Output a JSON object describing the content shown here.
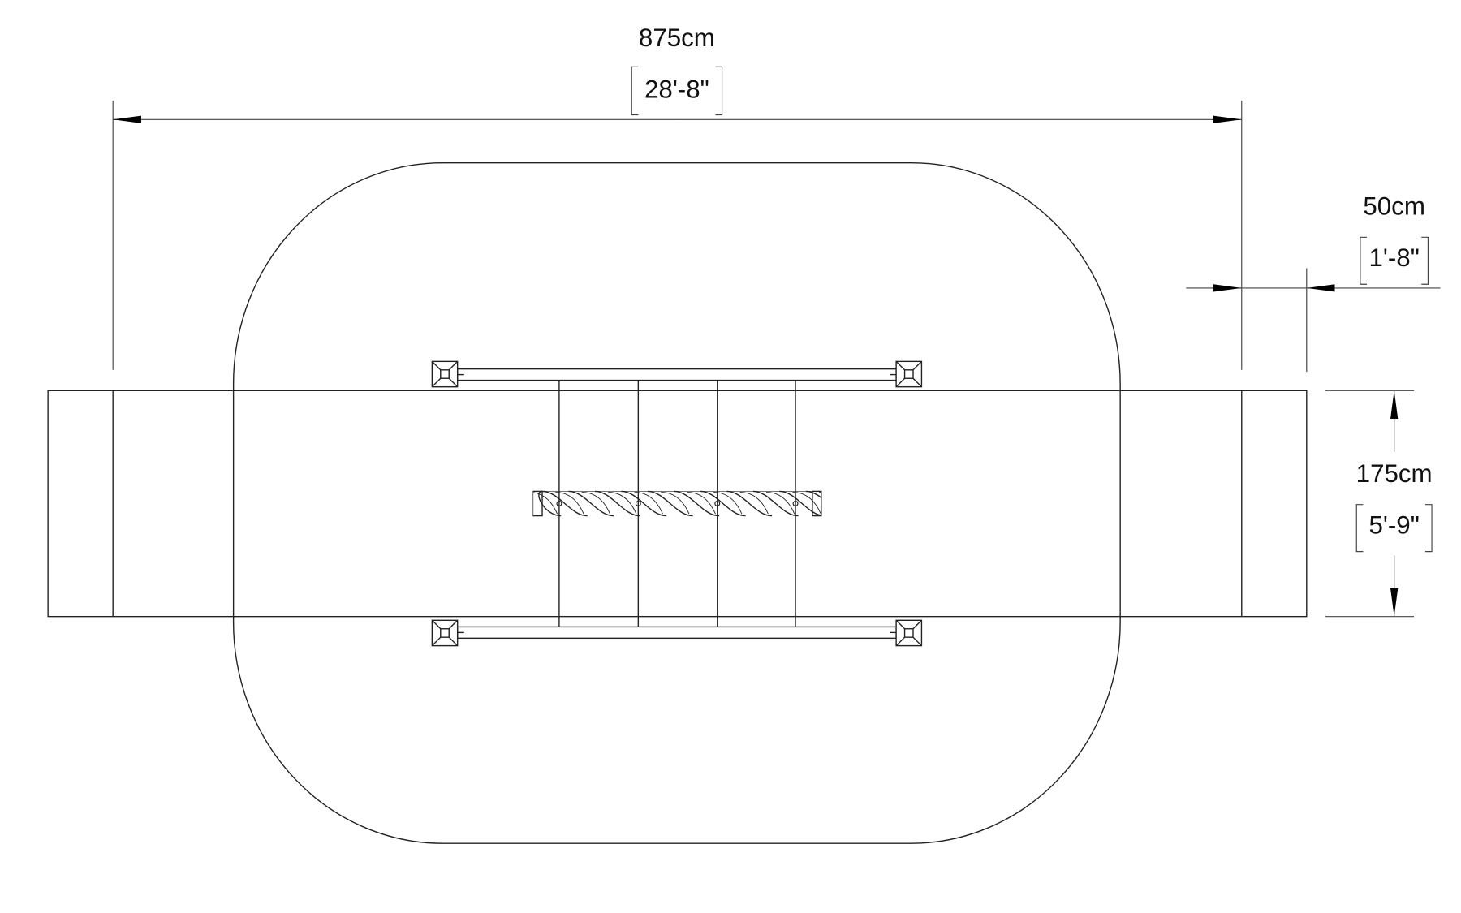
{
  "title": "Rope bridge plan view dimension drawing",
  "dimensions": {
    "overall_length": {
      "metric": "875cm",
      "imperial": "28'-8\""
    },
    "end_offset": {
      "metric": "50cm",
      "imperial": "1'-8\""
    },
    "width": {
      "metric": "175cm",
      "imperial": "5'-9\""
    }
  },
  "colors": {
    "line": "#222222",
    "background": "#ffffff"
  }
}
